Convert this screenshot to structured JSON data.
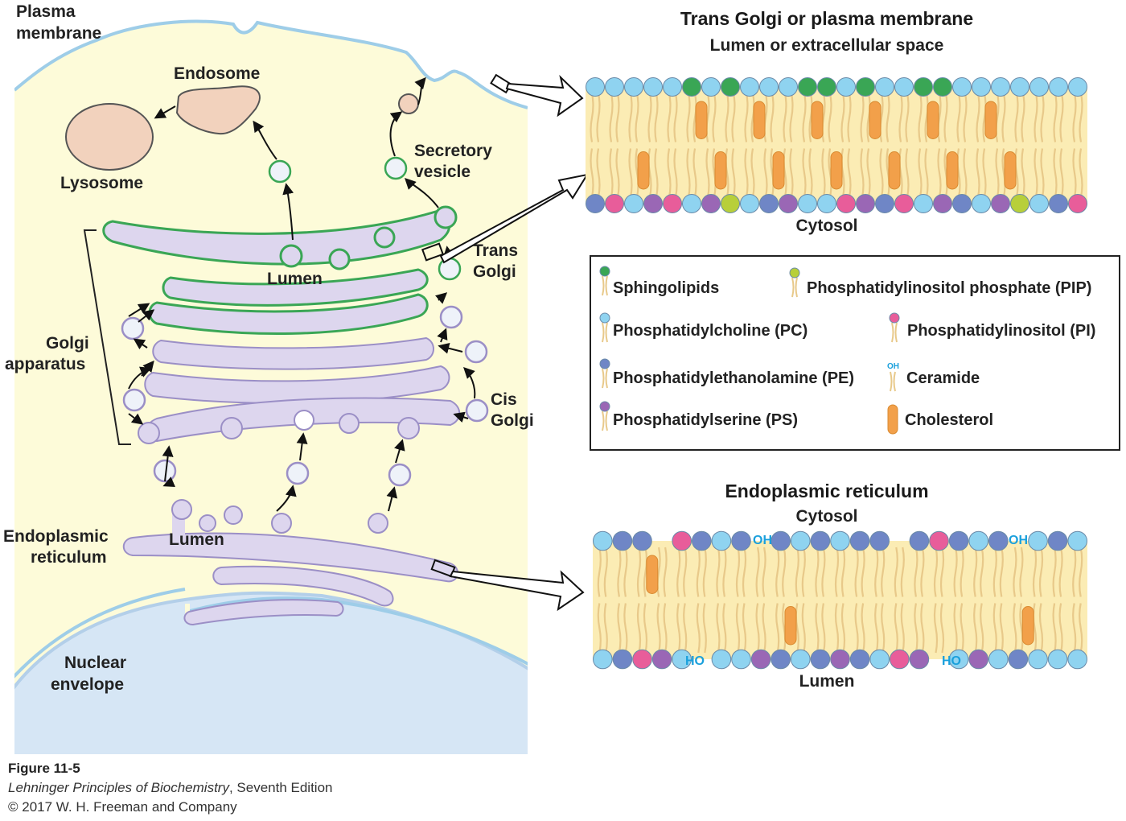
{
  "cell_labels": {
    "plasma_membrane": [
      "Plasma",
      "membrane"
    ],
    "endosome": "Endosome",
    "lysosome": "Lysosome",
    "secretory_vesicle": [
      "Secretory",
      "vesicle"
    ],
    "trans_golgi": [
      "Trans",
      "Golgi"
    ],
    "golgi_lumen": "Lumen",
    "golgi_apparatus": [
      "Golgi",
      "apparatus"
    ],
    "cis_golgi": [
      "Cis",
      "Golgi"
    ],
    "er": [
      "Endoplasmic",
      "reticulum"
    ],
    "er_lumen": "Lumen",
    "nuclear_envelope": [
      "Nuclear",
      "envelope"
    ]
  },
  "top_panel": {
    "title": "Trans Golgi or plasma membrane",
    "top_side": "Lumen or extracellular space",
    "bottom_side": "Cytosol"
  },
  "er_panel": {
    "title": "Endoplasmic reticulum",
    "top_side": "Cytosol",
    "bottom_side": "Lumen",
    "oh_label": "OH",
    "ho_label": "HO"
  },
  "legend": {
    "items": [
      {
        "label": "Sphingolipids",
        "icon": "green-headgroup-lipid",
        "color": "#3aa655"
      },
      {
        "label": "Phosphatidylinositol phosphate (PIP)",
        "icon": "yellow-green-headgroup-lipid",
        "color": "#b8cf3a"
      },
      {
        "label": "Phosphatidylcholine (PC)",
        "icon": "light-blue-headgroup-lipid",
        "color": "#8fd3f0"
      },
      {
        "label": "Phosphatidylinositol (PI)",
        "icon": "pink-headgroup-lipid",
        "color": "#e85d9a"
      },
      {
        "label": "Phosphatidylethanolamine (PE)",
        "icon": "blue-headgroup-lipid",
        "color": "#6f86c6"
      },
      {
        "label": "Ceramide",
        "icon": "oh-lipid",
        "color": "#1aa0dc",
        "oh": "OH"
      },
      {
        "label": "Phosphatidylserine (PS)",
        "icon": "purple-headgroup-lipid",
        "color": "#9a67b5"
      },
      {
        "label": "Cholesterol",
        "icon": "cholesterol-capsule",
        "color": "#f2a04a"
      }
    ]
  },
  "caption": {
    "figure": "Figure 11-5",
    "book_title": "Lehninger Principles of Biochemistry",
    "edition": ", Seventh Edition",
    "copyright": "© 2017 W. H. Freeman and Company"
  },
  "colors": {
    "cytoplasm": "#fdfbd9",
    "extracellular": "#ffffff",
    "plasma_membrane": "#9ecde8",
    "nucleus": "#d6e6f5",
    "golgi_fill": "#ddd6ee",
    "golgi_stroke": "#9b8fc6",
    "trans_stroke": "#3aa655",
    "compartment": "#f2d2bd",
    "bilayer": "#fbecb4",
    "tail": "#e8c98a",
    "sphingolipid": "#3aa655",
    "pip": "#b8cf3a",
    "pc": "#8fd3f0",
    "pi": "#e85d9a",
    "pe": "#6f86c6",
    "ps": "#9a67b5",
    "cholesterol": "#f2a04a"
  }
}
